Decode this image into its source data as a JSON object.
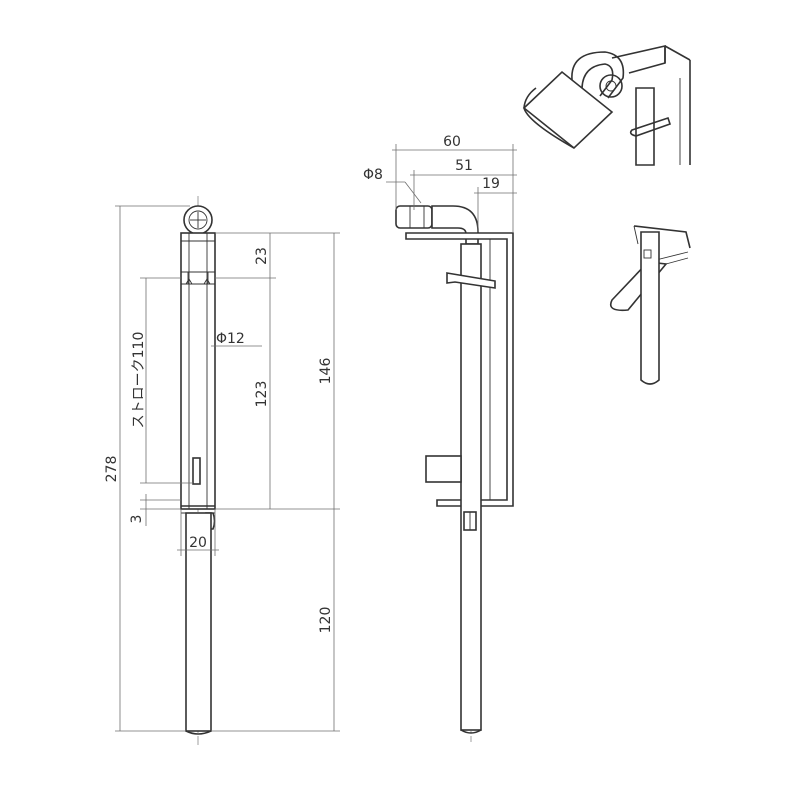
{
  "front_view": {
    "dims": {
      "overall_length": "278",
      "top_part": "23",
      "body_length": "146",
      "stroke": "ストローク110",
      "rod_diameter": "Φ12",
      "inner_length": "123",
      "gap": "3",
      "width": "20",
      "rod_length": "120"
    }
  },
  "side_view": {
    "dims": {
      "total_depth": "60",
      "handle_depth": "51",
      "bracket_depth": "19",
      "hole_diameter": "Φ8"
    }
  },
  "details": {
    "padlock_detail": "padlock-on-bolt-illustration",
    "lever_detail": "lever-bent-down-illustration"
  },
  "colors": {
    "line": "#333333",
    "dimension": "#6f6f6f"
  }
}
